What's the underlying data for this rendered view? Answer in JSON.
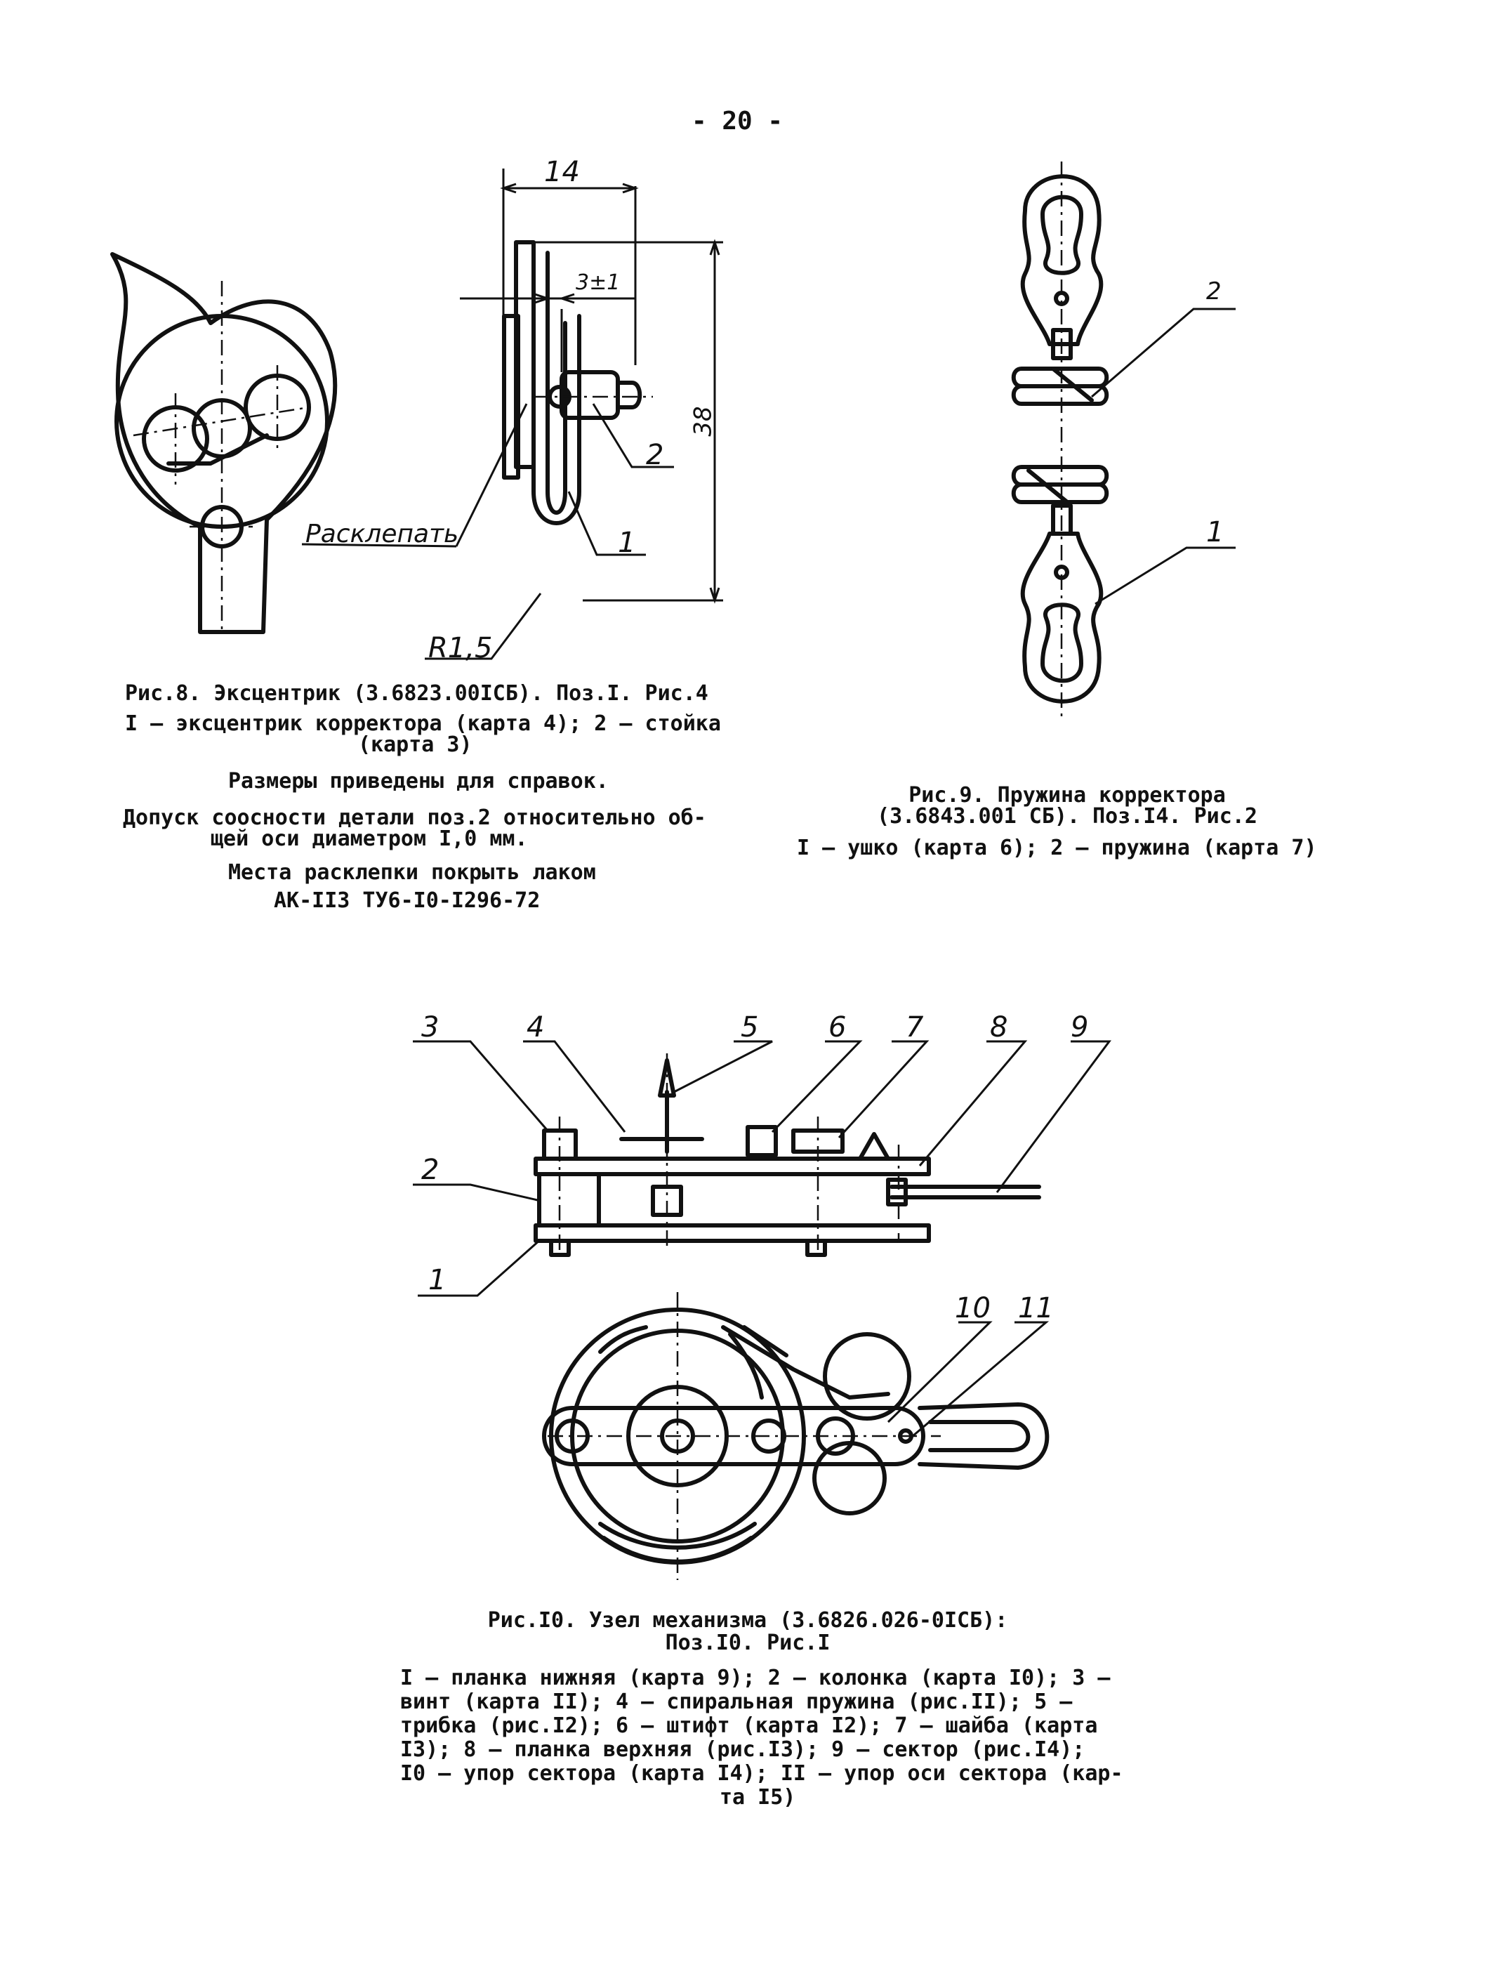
{
  "page_number": "- 20 -",
  "fig8": {
    "dims": {
      "d14": "14",
      "d3": "3±1",
      "d38": "38",
      "r": "R1,5"
    },
    "callouts": {
      "rivet": "Расклепать",
      "c1": "1",
      "c2": "2"
    },
    "caption_title": "Рис.8. Эксцентрик (3.6823.00IСБ). Поз.I. Рис.4",
    "caption_legend_1": "I – эксцентрик корректора (карта 4); 2 – стойка",
    "caption_legend_2": "(карта 3)",
    "note1": "Размеры приведены для справок.",
    "note2_1": "Допуск соосности детали поз.2 относительно об-",
    "note2_2": "щей оси диаметром I,0 мм.",
    "note3_1": "Места расклепки покрыть лаком",
    "note3_2": "АК-II3 ТУ6-I0-I296-72"
  },
  "fig9": {
    "callouts": {
      "c1": "1",
      "c2": "2"
    },
    "caption_1": "Рис.9. Пружина корректора",
    "caption_2": "(3.6843.001 СБ). Поз.I4. Рис.2",
    "legend": "I – ушко (карта 6); 2 – пружина (карта 7)"
  },
  "fig10": {
    "callouts": [
      "1",
      "2",
      "3",
      "4",
      "5",
      "6",
      "7",
      "8",
      "9",
      "10",
      "11"
    ],
    "caption_1": "Рис.I0. Узел механизма (3.6826.026-0IСБ):",
    "caption_2": "Поз.I0. Рис.I",
    "legend": [
      "I – планка нижняя (карта 9); 2 – колонка (карта I0); 3 –",
      "винт (карта II); 4 – спиральная пружина (рис.II); 5 –",
      "трибка (рис.I2); 6 – штифт (карта I2); 7 – шайба (карта",
      "I3); 8 – планка верхняя (рис.I3); 9 – сектор (рис.I4);",
      "I0 – упор сектора (карта I4); II – упор оси сектора (кар-",
      "та I5)"
    ]
  }
}
